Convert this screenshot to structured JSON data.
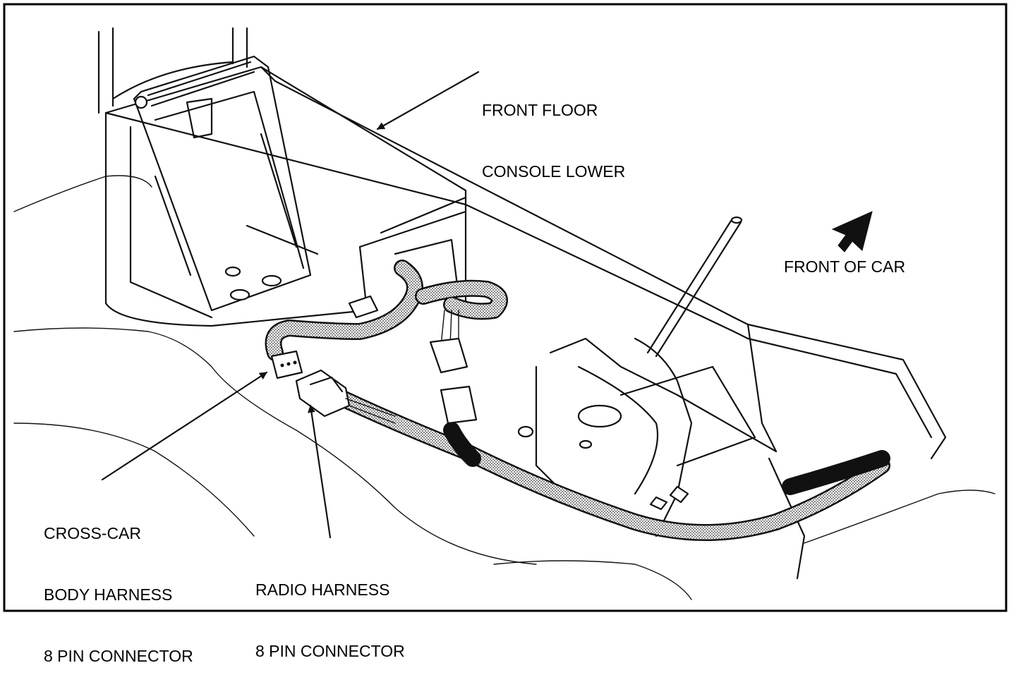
{
  "labels": {
    "console_line1": "FRONT FLOOR",
    "console_line2": "CONSOLE LOWER",
    "front_of_car": "FRONT OF CAR",
    "cross_car_line1": "CROSS-CAR",
    "cross_car_line2": "BODY HARNESS",
    "cross_car_line3": "8 PIN CONNECTOR",
    "radio_line1": "RADIO HARNESS",
    "radio_line2": "8 PIN CONNECTOR"
  }
}
